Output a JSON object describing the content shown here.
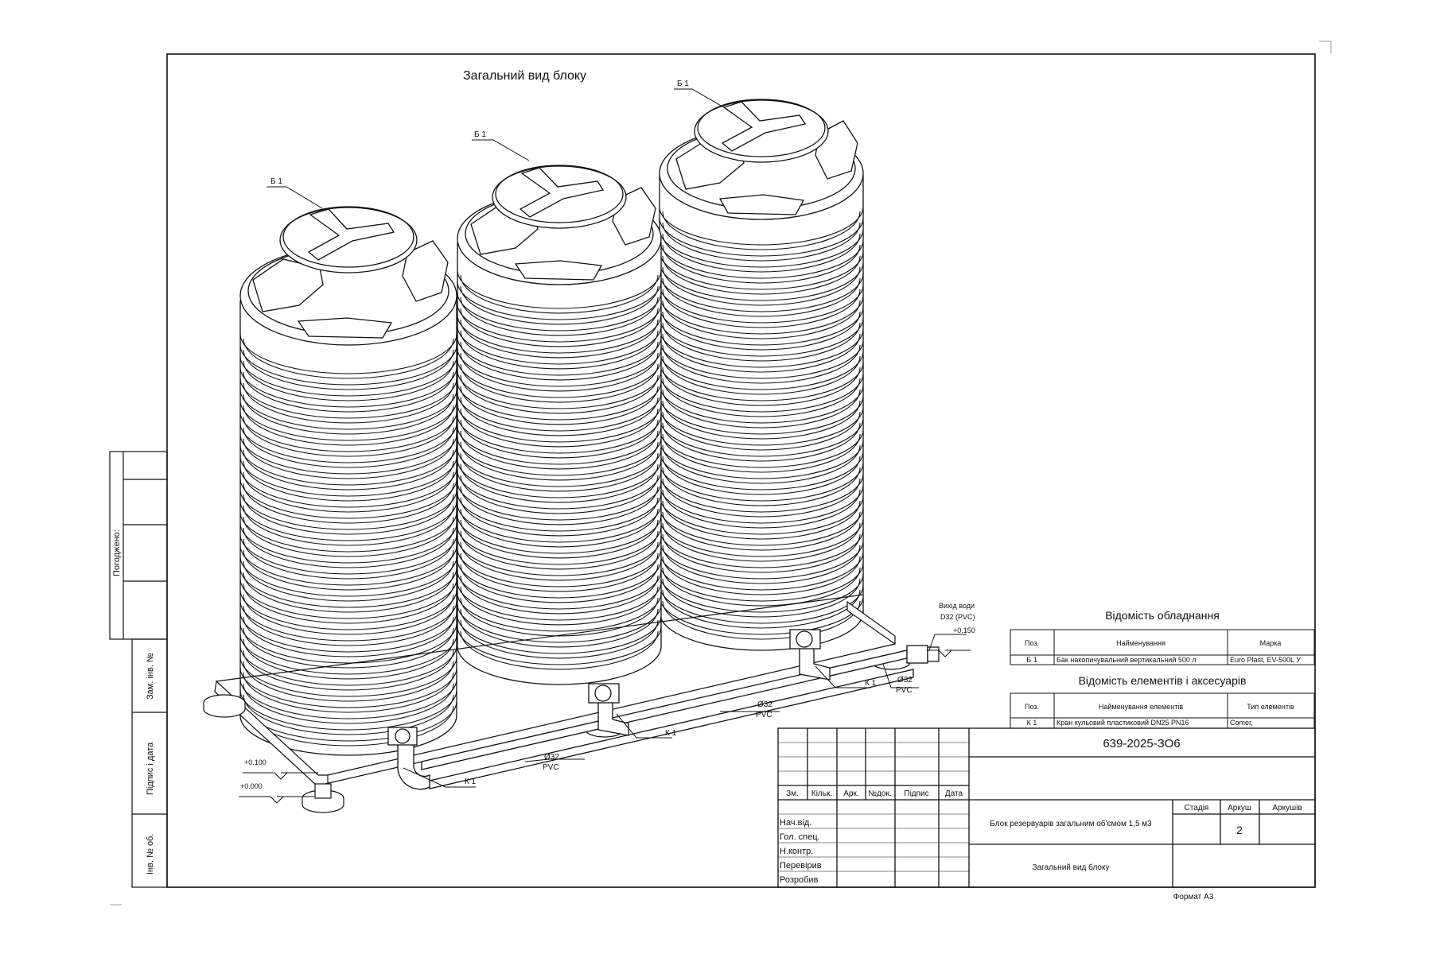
{
  "drawing": {
    "title": "Загальний вид блоку",
    "tank_label": "Б 1",
    "valve_label": "К 1",
    "pipe_diameter": "Ø32",
    "pipe_material": "PVC",
    "outlet_label_1": "Вихід води",
    "outlet_label_2": "D32 (PVC)",
    "level_outlet": "+0.150",
    "level_support": "+0.100",
    "level_ground": "+0.000"
  },
  "side_stamp": {
    "approved": "Погоджено:",
    "replaced_inv": "Зам. інв. №",
    "signature_date": "Підпис і дата",
    "inv_original": "Інв. № об."
  },
  "equipment_table": {
    "heading": "Відомість обладнання",
    "columns": [
      "Поз.",
      "Найменування",
      "Марка"
    ],
    "rows": [
      [
        "Б 1",
        "Бак накопичувальний вертикальний 500 л",
        "Euro Plast, EV-500L У"
      ]
    ]
  },
  "elements_table": {
    "heading": "Відомість елементів і аксесуарів",
    "columns": [
      "Поз.",
      "Найменування елементів",
      "Тип елементів"
    ],
    "rows": [
      [
        "К 1",
        "Кран кульовий пластиковий DN25 PN16",
        "Comer,"
      ]
    ]
  },
  "title_block": {
    "doc_code": "639-2025-ЗО6",
    "header_cols": [
      "Зм.",
      "Кільк.",
      "Арк.",
      "№док.",
      "Підпис",
      "Дата"
    ],
    "roles": [
      "Нач.від.",
      "Гол. спец.",
      "Н.контр.",
      "Перевірив",
      "Розробив"
    ],
    "project_name": "Блок резервуарів загальним об'ємом 1,5 м3",
    "sheet_name": "Загальний вид блоку",
    "stage_label": "Стадія",
    "sheet_label": "Аркуш",
    "sheets_label": "Аркушів",
    "stage_value": "",
    "sheet_value": "2",
    "sheets_value": "",
    "format": "Формат А3"
  }
}
